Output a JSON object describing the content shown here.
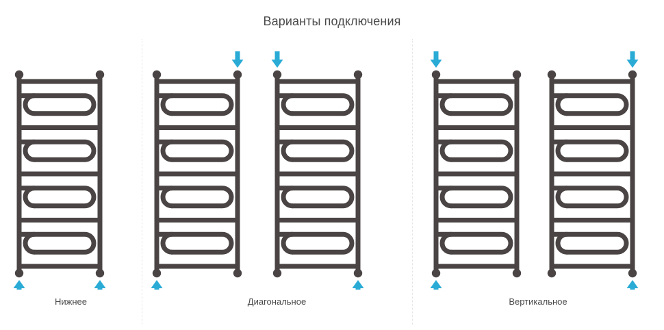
{
  "page": {
    "title": "Варианты подключения",
    "background_color": "#ffffff",
    "title_color": "#4a4a4a"
  },
  "style": {
    "pipe_color": "#4a4444",
    "arrow_color": "#29abd6",
    "divider_color": "#e2e2e6"
  },
  "panels": [
    {
      "id": "bottom",
      "label": "Нижнее",
      "radiators": [
        {
          "id": "bottom-1",
          "coils": 4,
          "inlets": [
            {
              "side": "bottom-left",
              "direction": "up"
            },
            {
              "side": "bottom-right",
              "direction": "up"
            }
          ]
        }
      ]
    },
    {
      "id": "diagonal",
      "label": "Диагональное",
      "radiators": [
        {
          "id": "diagonal-1",
          "coils": 4,
          "inlets": [
            {
              "side": "top-right",
              "direction": "down"
            },
            {
              "side": "bottom-left",
              "direction": "up"
            }
          ]
        },
        {
          "id": "diagonal-2",
          "coils": 4,
          "inlets": [
            {
              "side": "top-left",
              "direction": "down"
            },
            {
              "side": "bottom-right",
              "direction": "up"
            }
          ]
        }
      ]
    },
    {
      "id": "vertical",
      "label": "Вертикальное",
      "radiators": [
        {
          "id": "vertical-1",
          "coils": 4,
          "inlets": [
            {
              "side": "top-left",
              "direction": "down"
            },
            {
              "side": "bottom-left",
              "direction": "up"
            }
          ]
        },
        {
          "id": "vertical-2",
          "coils": 4,
          "inlets": [
            {
              "side": "top-right",
              "direction": "down"
            },
            {
              "side": "bottom-right",
              "direction": "up"
            }
          ]
        }
      ]
    }
  ]
}
